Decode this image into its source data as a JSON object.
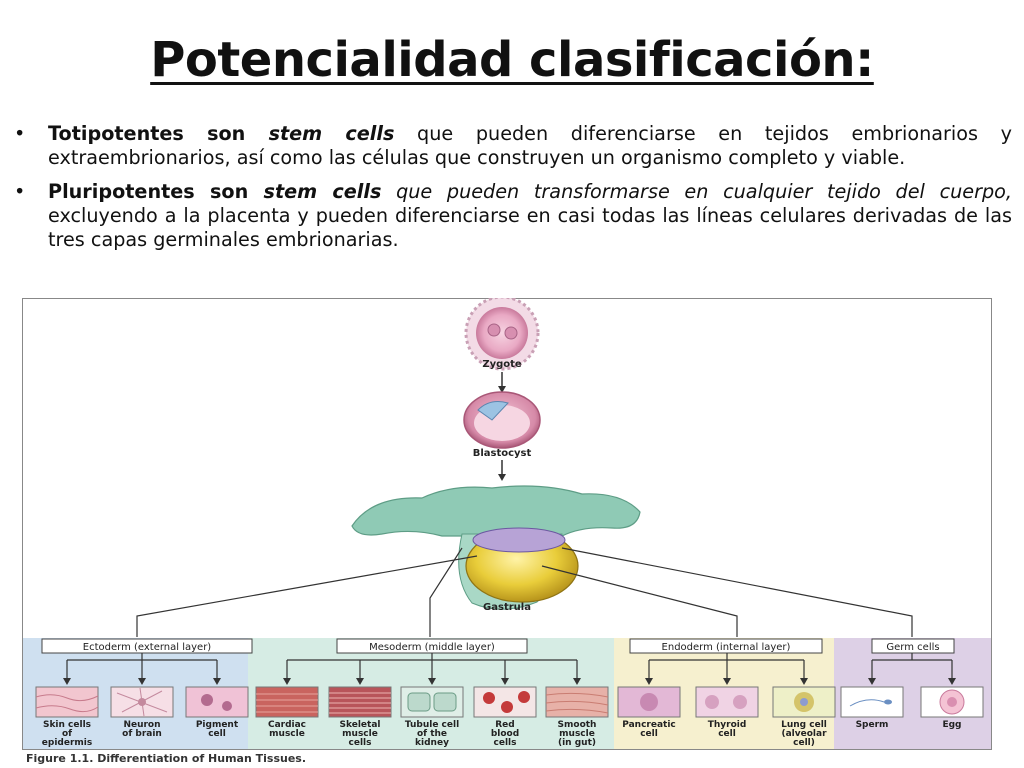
{
  "slide": {
    "title": "Potencialidad clasificación:",
    "bullets": [
      {
        "bold": "Totipotentes son ",
        "italic_bold": "stem cells",
        "rest": " que pueden diferenciarse en tejidos embrionarios y extraembrionarios, así como las células que construyen un organismo completo y viable.",
        "italic_tail": ""
      },
      {
        "bold": "Pluripotentes son ",
        "italic_bold": "stem cells",
        "italic_tail": " que pueden transformarse en cualquier tejido del cuerpo,",
        "rest": " excluyendo a la placenta y pueden diferenciarse en casi todas las líneas celulares derivadas de las tres capas germinales embrionarias."
      }
    ]
  },
  "figure": {
    "stages": {
      "zygote": "Zygote",
      "blastocyst": "Blastocyst",
      "gastrula": "Gastrula"
    },
    "layers": [
      {
        "name": "Ectoderm (external layer)",
        "color": "#cfe0f0",
        "cells": [
          [
            "Skin cells",
            "of",
            "epidermis"
          ],
          [
            "Neuron",
            "of brain"
          ],
          [
            "Pigment",
            "cell"
          ]
        ]
      },
      {
        "name": "Mesoderm (middle layer)",
        "color": "#d6ece4",
        "cells": [
          [
            "Cardiac",
            "muscle"
          ],
          [
            "Skeletal",
            "muscle",
            "cells"
          ],
          [
            "Tubule cell",
            "of the",
            "kidney"
          ],
          [
            "Red",
            "blood",
            "cells"
          ],
          [
            "Smooth",
            "muscle",
            "(in gut)"
          ]
        ]
      },
      {
        "name": "Endoderm (internal layer)",
        "color": "#f6f0cf",
        "cells": [
          [
            "Pancreatic",
            "cell"
          ],
          [
            "Thyroid",
            "cell"
          ],
          [
            "Lung cell",
            "(alveolar",
            "cell)"
          ]
        ]
      },
      {
        "name": "Germ cells",
        "color": "#ddd0e6",
        "cells": [
          [
            "Sperm"
          ],
          [
            "Egg"
          ]
        ]
      }
    ],
    "caption": "Figure 1.1. Differentiation of Human Tissues."
  },
  "colors": {
    "ectoderm": "#cfe0f0",
    "mesoderm": "#d6ece4",
    "endoderm": "#f6f0cf",
    "germ": "#ddd0e6",
    "cell_pink": "#e9a9c4",
    "tissue_red": "#c9645f",
    "gastrula_yellow": "#e9cd3a",
    "placenta_green": "#8fcab5"
  }
}
